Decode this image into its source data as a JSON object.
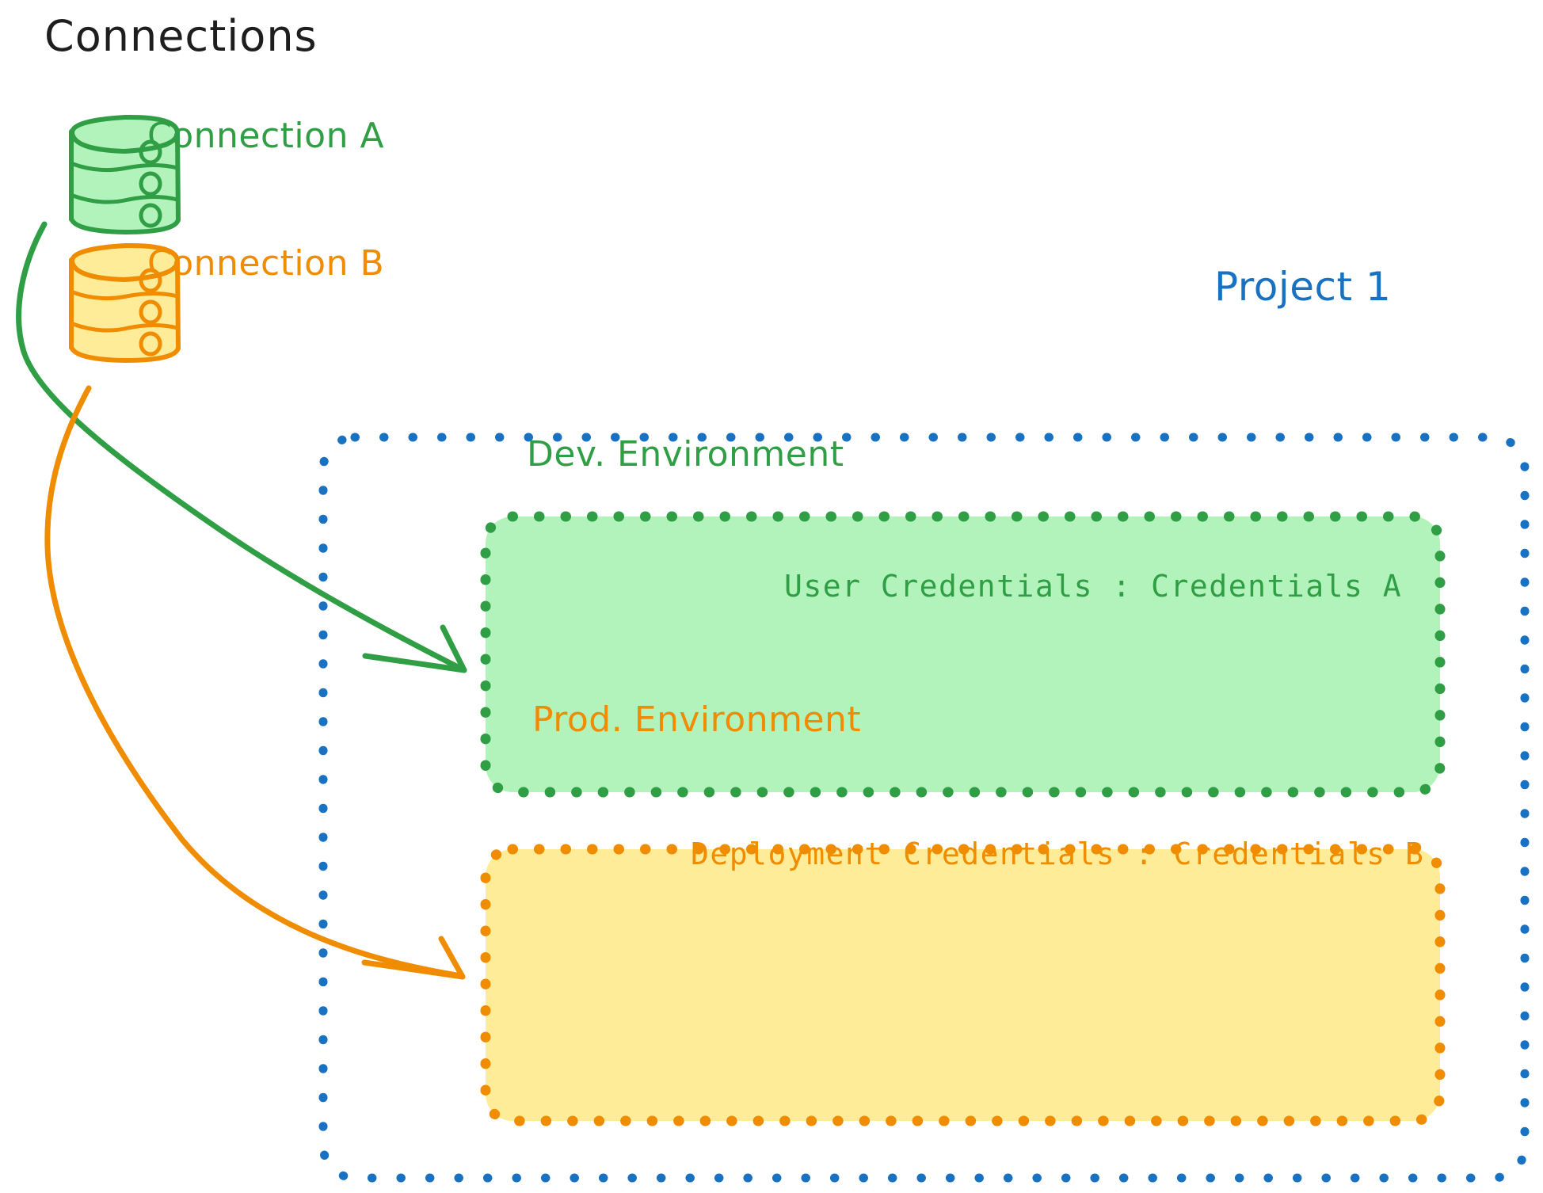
{
  "diagram": {
    "title": "Connections",
    "background": "#ffffff",
    "colors": {
      "black": "#1e1e1e",
      "green_stroke": "#2f9e44",
      "green_fill": "#b2f2bb",
      "orange_stroke": "#f08c00",
      "orange_fill": "#ffec99",
      "blue_stroke": "#1971c2"
    }
  },
  "connections": {
    "heading": "Connections",
    "items": [
      {
        "id": "connection-a",
        "label": "Connection A",
        "icon": "database-cylinder-icon",
        "color": "#2f9e44",
        "fill": "#b2f2bb"
      },
      {
        "id": "connection-b",
        "label": "Connection B",
        "icon": "database-cylinder-icon",
        "color": "#f08c00",
        "fill": "#ffec99"
      }
    ]
  },
  "project": {
    "label": "Project 1",
    "color": "#1971c2",
    "border_style": "dotted",
    "environments": [
      {
        "id": "dev-environment",
        "title": "Dev. Environment",
        "credentials_text": "User Credentials : Credentials A",
        "color": "#2f9e44",
        "fill": "#b2f2bb",
        "border_style": "dotted"
      },
      {
        "id": "prod-environment",
        "title": "Prod. Environment",
        "credentials_text": "Deployment Credentials : Credentials B",
        "color": "#f08c00",
        "fill": "#ffec99",
        "border_style": "dotted"
      }
    ]
  },
  "arrows": [
    {
      "id": "arrow-connection-a-to-dev",
      "from": "connection-a",
      "to": "dev-environment",
      "color": "#2f9e44"
    },
    {
      "id": "arrow-connection-b-to-prod",
      "from": "connection-b",
      "to": "prod-environment",
      "color": "#f08c00"
    }
  ]
}
